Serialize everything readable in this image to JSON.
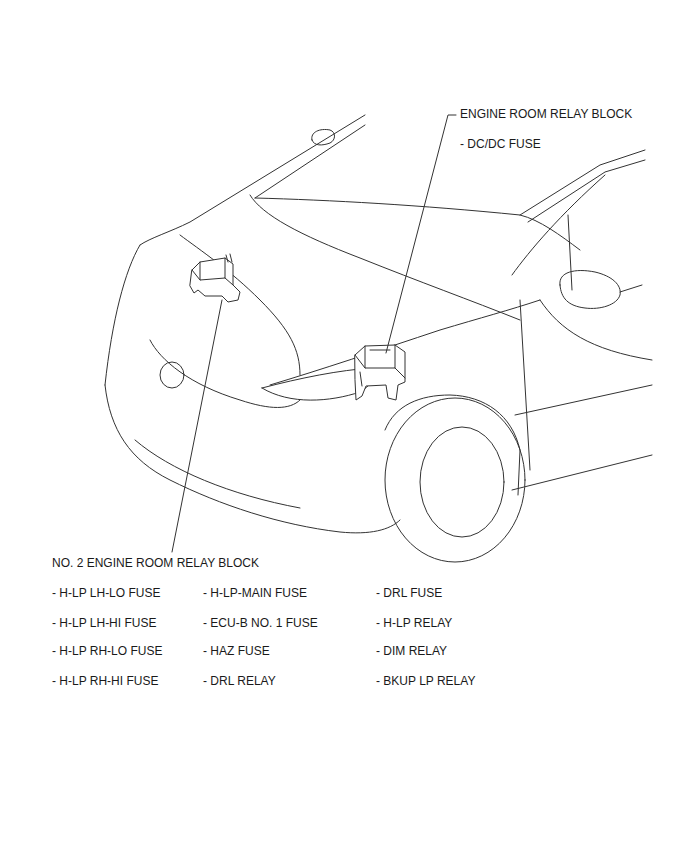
{
  "diagram": {
    "labels": [
      "ENGINE ROOM RELAY BLOCK",
      "- DC/DC FUSE",
      "NO. 2 ENGINE ROOM RELAY BLOCK",
      "- H-LP LH-LO FUSE",
      "- H-LP-MAIN FUSE",
      "- DRL FUSE",
      "- H-LP LH-HI FUSE",
      "- ECU-B NO. 1 FUSE",
      "- H-LP RELAY",
      "- H-LP RH-LO FUSE",
      "- HAZ FUSE",
      "- DIM RELAY",
      "- H-LP RH-HI FUSE",
      "- DRL RELAY",
      "- BKUP LP RELAY"
    ]
  }
}
